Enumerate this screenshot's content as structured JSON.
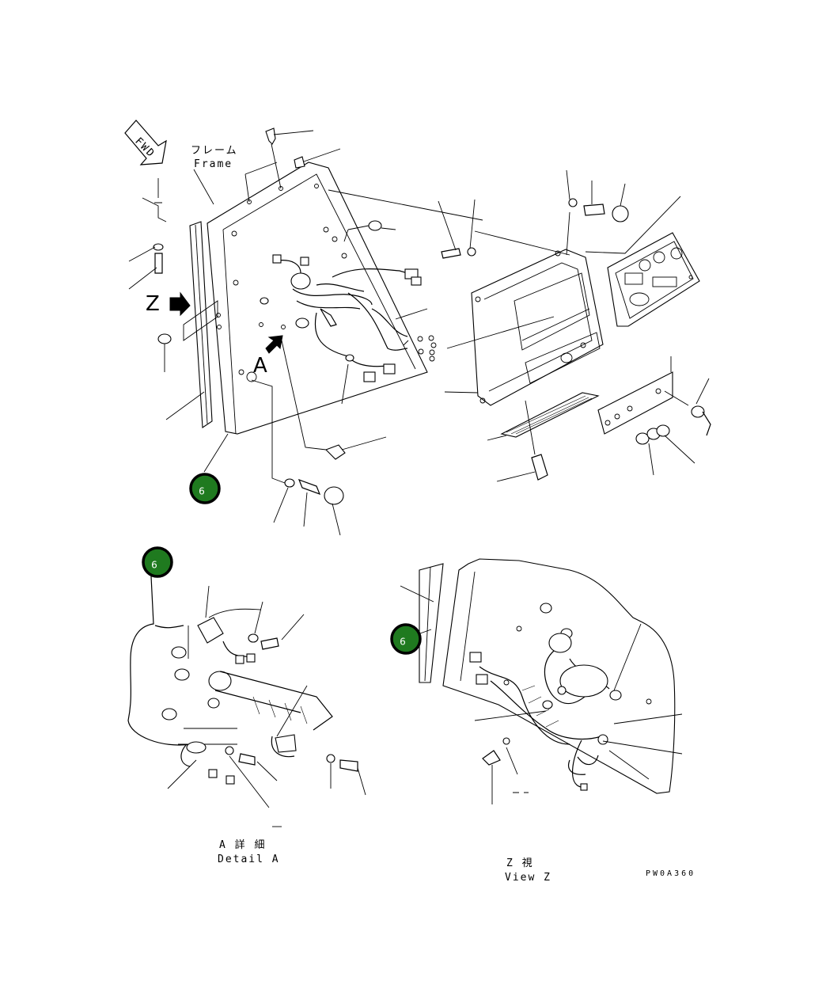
{
  "fwd_label": "FWD",
  "frame_label_jp": "フレーム",
  "frame_label_en": "Frame",
  "view_letter_z": "Z",
  "detail_letter_a": "A",
  "callouts": [
    "6",
    "6",
    "6"
  ],
  "detail_a_jp": "A 詳 細",
  "detail_a_en": "Detail A",
  "view_z_jp": "Z 視",
  "view_z_en": "View Z",
  "drawing_code": "PW0A360",
  "colors": {
    "callout_fill": "#1f7a1f",
    "line": "#000000",
    "background": "#ffffff"
  }
}
